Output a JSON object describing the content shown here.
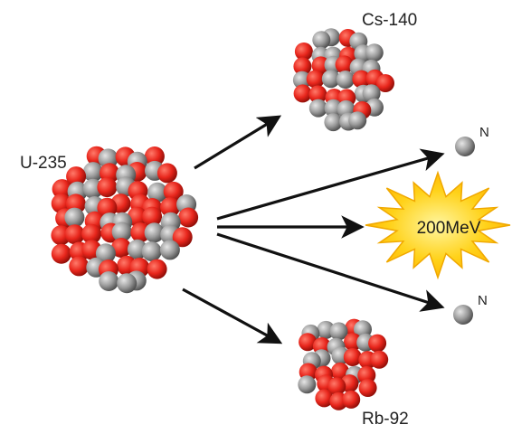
{
  "labels": {
    "parent": "U-235",
    "fragment_top": "Cs-140",
    "fragment_bottom": "Rb-92",
    "neutron_top": "N",
    "neutron_bottom": "N",
    "energy": "200MeV"
  },
  "colors": {
    "proton": "#e8261c",
    "neutron": "#9a9a9a",
    "arrow": "#111111",
    "burst_fill": "#ffd21a",
    "burst_stroke": "#f0a800"
  }
}
